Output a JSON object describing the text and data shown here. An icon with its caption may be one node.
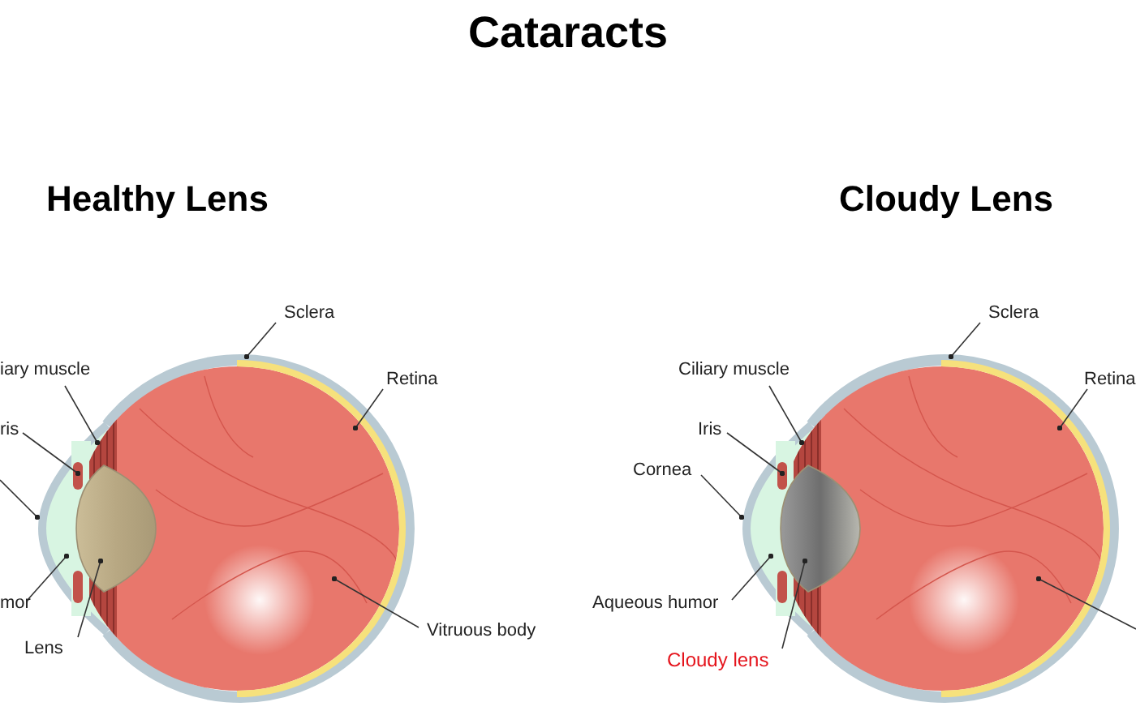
{
  "diagram": {
    "title": "Cataracts",
    "nodes": [
      {
        "text": [],
        "shape": "picture"
      },
      {
        "text": [],
        "shape": "picture"
      },
      {
        "text": [
          "Sclera"
        ]
      },
      {
        "text": [
          "Retina"
        ]
      },
      {
        "text": [
          "iary muscle"
        ]
      },
      {
        "text": [
          "ris"
        ]
      },
      {
        "text": [
          "mor"
        ]
      },
      {
        "text": [
          "Lens"
        ]
      },
      {
        "text": [
          "Vitruous body"
        ]
      },
      {
        "text": [
          "Sclera"
        ]
      },
      {
        "text": [
          "Retina"
        ]
      },
      {
        "text": [
          "Ciliary muscle"
        ]
      },
      {
        "text": [
          "Iris"
        ]
      },
      {
        "text": [
          "Cornea"
        ]
      },
      {
        "text": [
          "Aqueous humor"
        ]
      },
      {
        "text": [
          "Cloudy lens"
        ]
      }
    ],
    "edges": [
      {
        "from": 2,
        "to": 0,
        "arrow": "other"
      },
      {
        "from": 3,
        "to": 0,
        "arrow": "other"
      },
      {
        "from": 4,
        "to": 0,
        "arrow": "other"
      },
      {
        "from": 5,
        "to": 0,
        "arrow": "other"
      },
      {
        "from": null,
        "to": 0,
        "arrow": "other"
      },
      {
        "from": 6,
        "to": 0,
        "arrow": "other"
      },
      {
        "from": 7,
        "to": 0,
        "arrow": "other"
      },
      {
        "from": 8,
        "to": 0,
        "arrow": "other"
      },
      {
        "from": 9,
        "to": 1,
        "arrow": "other"
      },
      {
        "from": 10,
        "to": 1,
        "arrow": "other"
      },
      {
        "from": 11,
        "to": 1,
        "arrow": "other"
      },
      {
        "from": 12,
        "to": 1,
        "arrow": "other"
      },
      {
        "from": 13,
        "to": 1,
        "arrow": "other"
      },
      {
        "from": 14,
        "to": 1,
        "arrow": "other"
      },
      {
        "from": 15,
        "to": 1,
        "arrow": "other"
      },
      {
        "from": null,
        "to": 1,
        "arrow": "other"
      }
    ],
    "labels": [
      "Healthy Lens",
      "Cloudy Lens"
    ]
  }
}
